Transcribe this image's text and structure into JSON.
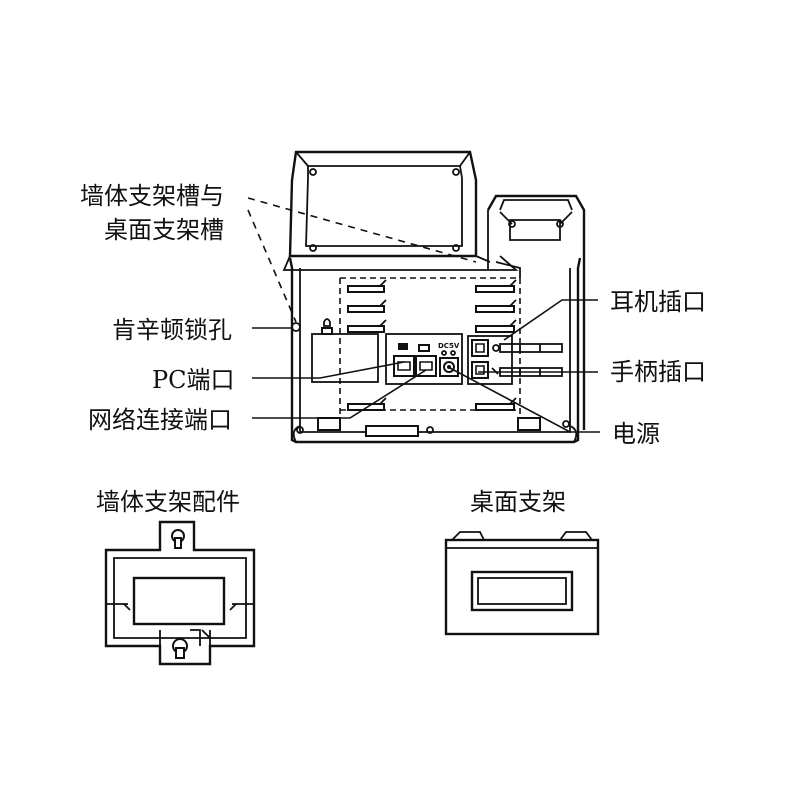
{
  "labels": {
    "wall_slot_line1": "墙体支架槽与",
    "wall_slot_line2": "桌面支架槽",
    "kensington": "肯辛顿锁孔",
    "pc_port": "PC端口",
    "network_port": "网络连接端口",
    "headset_port": "耳机插口",
    "handset_port": "手柄插口",
    "power": "电源",
    "wall_mount": "墙体支架配件",
    "desk_stand": "桌面支架"
  },
  "port_marks": {
    "power_spec": "DC5V"
  }
}
